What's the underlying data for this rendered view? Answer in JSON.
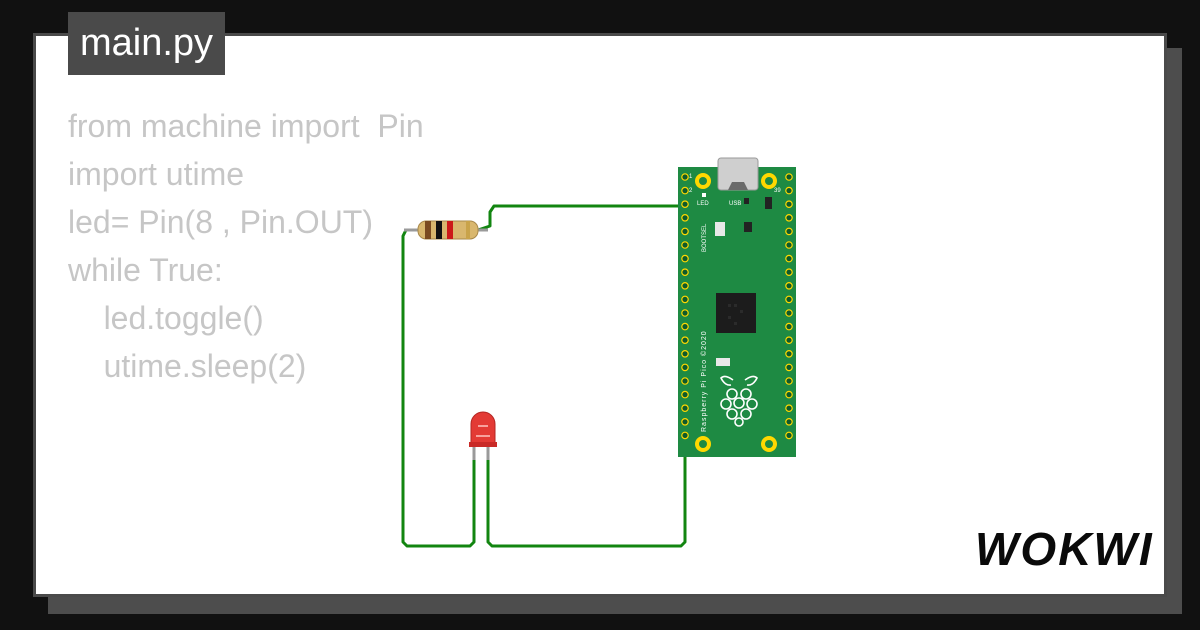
{
  "file_tab": {
    "label": "main.py"
  },
  "code_lines": [
    "from machine import  Pin",
    "import utime",
    "led= Pin(8 , Pin.OUT)",
    "while True:",
    "    led.toggle()",
    "    utime.sleep(2)"
  ],
  "board": {
    "pins_left_top": [
      "1",
      "2"
    ],
    "pin_right_top": "39",
    "led_label": "LED",
    "usb_label": "USB",
    "bootsel_label": "BOOTSEL",
    "name": "Raspberry Pi Pico ©2020"
  },
  "brand": {
    "label": "WOKWI"
  },
  "colors": {
    "wire": "#128510",
    "board": "#1e8a43",
    "led": "#e33a35",
    "pad": "#ffd800",
    "code_text": "#c6c6c6"
  }
}
